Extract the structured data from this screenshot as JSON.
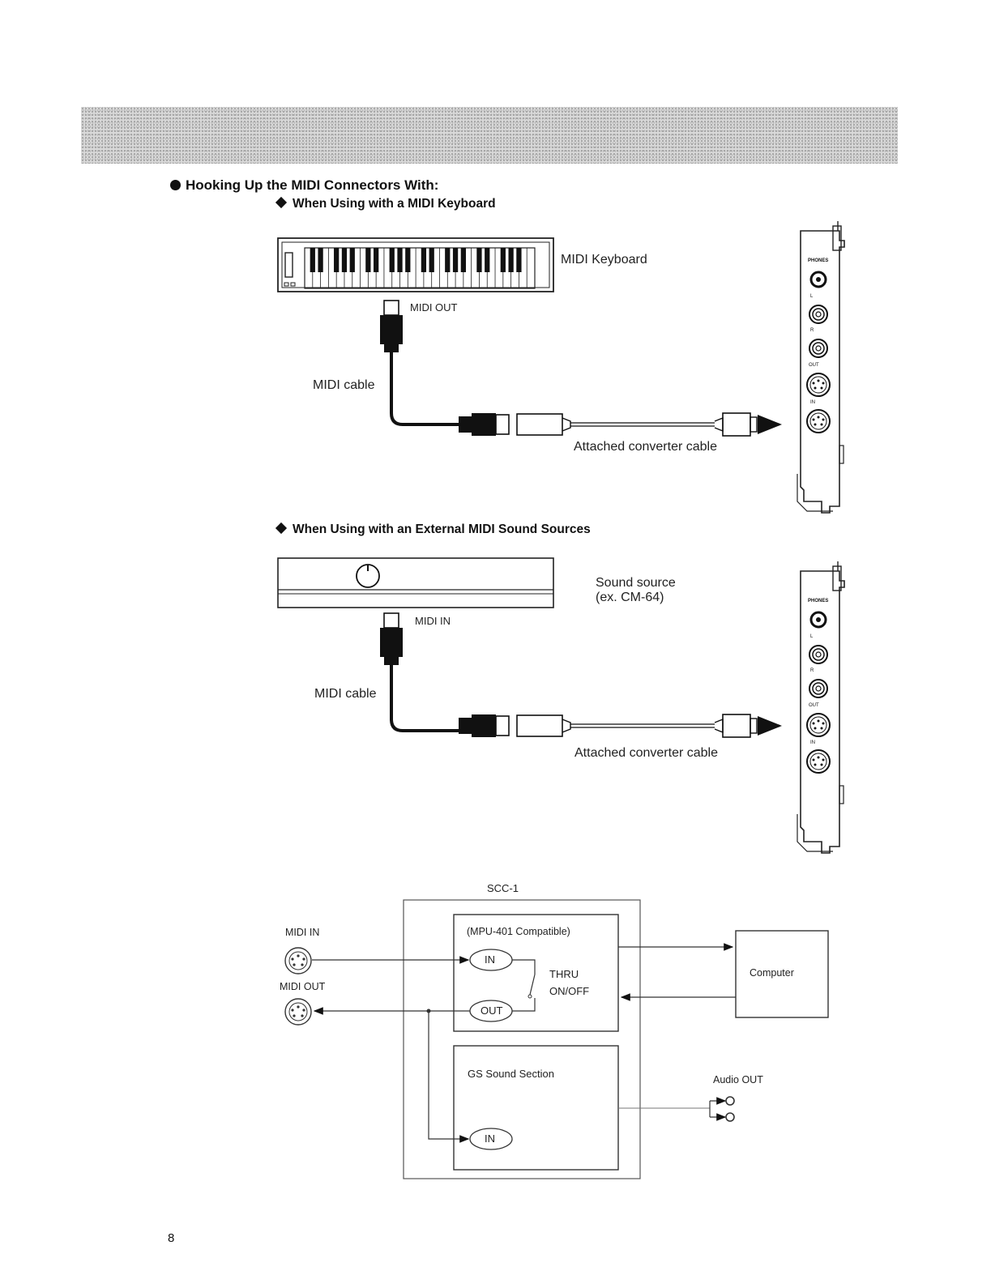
{
  "heading": "Hooking Up the MIDI Connectors With:",
  "section1": {
    "title": "When Using with a MIDI Keyboard",
    "device_label": "MIDI  Keyboard",
    "port_label": "MIDI  OUT",
    "cable_label": "MIDI  cable",
    "converter_label": "Attached  converter  cable"
  },
  "section2": {
    "title": "When Using with an External MIDI Sound Sources",
    "device_label_line1": "Sound  source",
    "device_label_line2": "(ex.  CM-64)",
    "port_label": "MIDI  IN",
    "cable_label": "MIDI  cable",
    "converter_label": "Attached  converter  cable"
  },
  "card_labels": {
    "phones": "PHONES",
    "l": "L",
    "r": "R",
    "out": "OUT",
    "in": "IN"
  },
  "block_diagram": {
    "title": "SCC-1",
    "midi_in": "MIDI IN",
    "midi_out": "MIDI OUT",
    "mpu_label": "(MPU-401 Compatible)",
    "in_node": "IN",
    "out_node": "OUT",
    "thru_line1": "THRU",
    "thru_line2": "ON/OFF",
    "computer": "Computer",
    "gs_section": "GS Sound Section",
    "gs_in_node": "IN",
    "audio_out": "Audio OUT"
  },
  "page_number": "8"
}
